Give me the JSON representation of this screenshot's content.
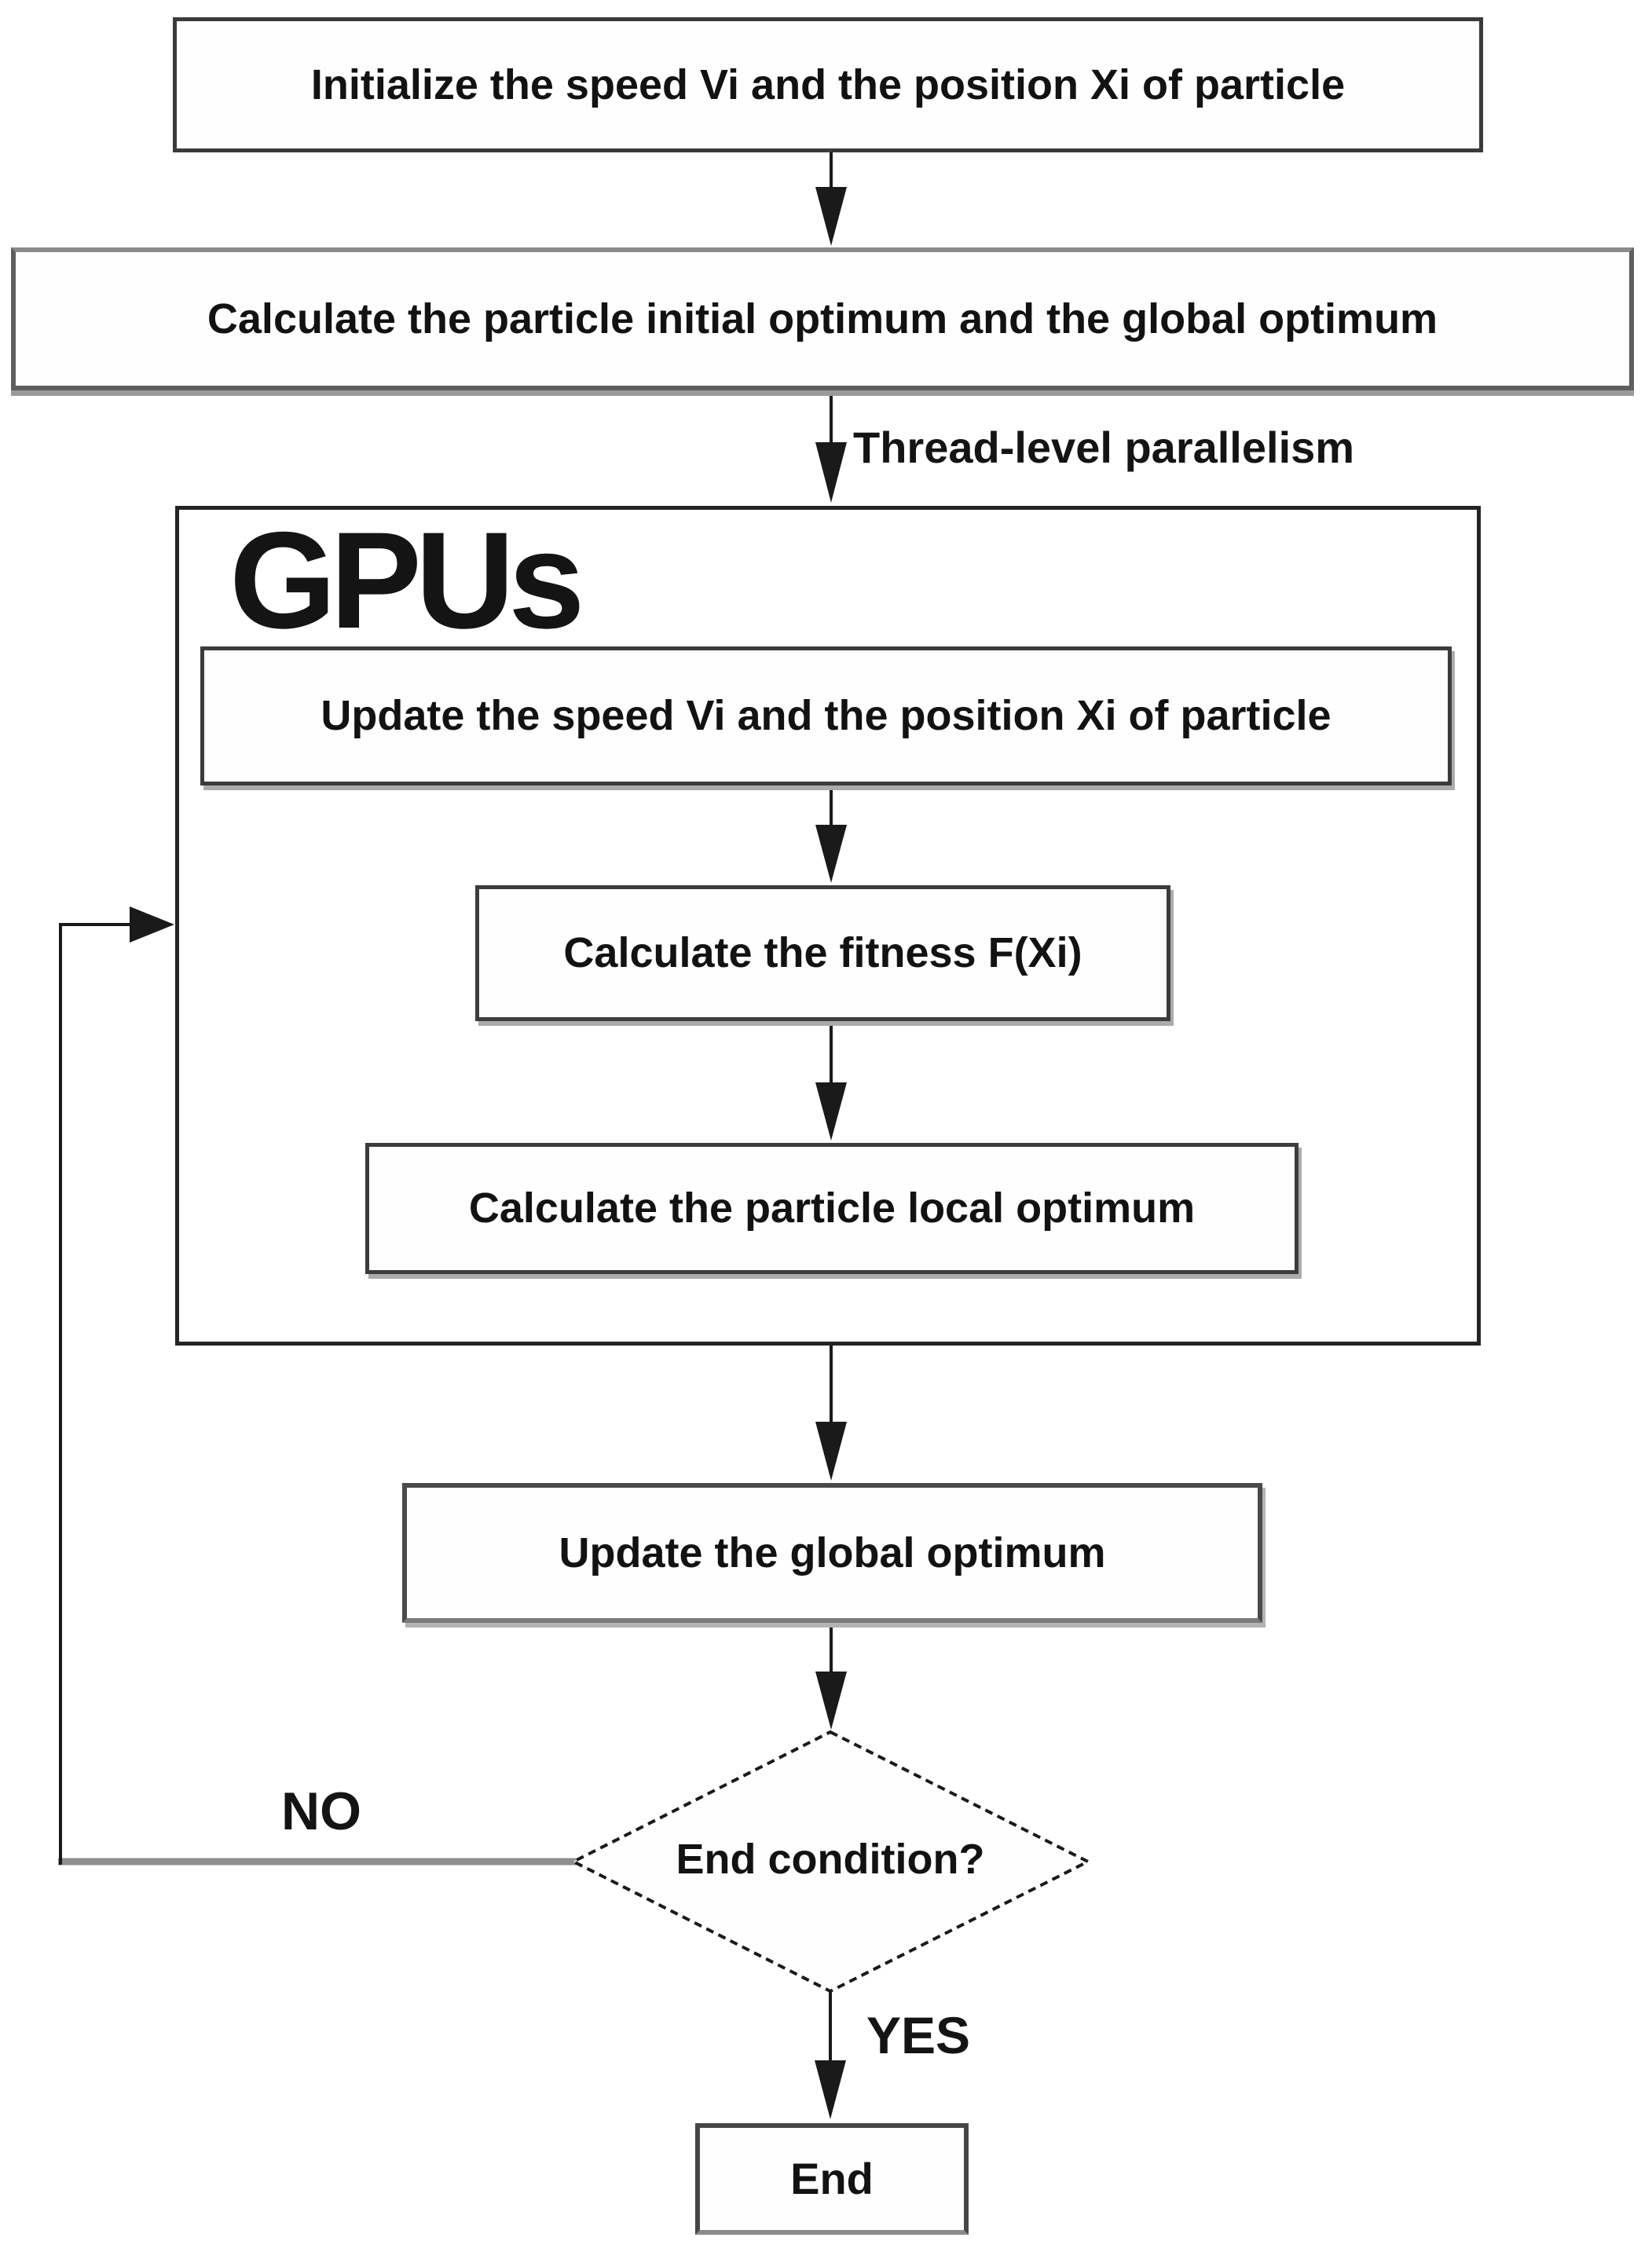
{
  "nodes": {
    "init": {
      "label": "Initialize the speed Vi and the position Xi of particle"
    },
    "calc_initial": {
      "label": "Calculate the particle initial optimum and the global optimum"
    },
    "gpus_container": {
      "label": "GPUs"
    },
    "update_speed": {
      "label": "Update the speed Vi and the position Xi of particle"
    },
    "calc_fitness": {
      "label": "Calculate the fitness F(Xi)"
    },
    "calc_local": {
      "label": "Calculate the particle local optimum"
    },
    "update_global": {
      "label": "Update the global optimum"
    },
    "end_condition": {
      "label": "End condition?"
    },
    "end": {
      "label": "End"
    }
  },
  "edge_labels": {
    "thread_parallelism": "Thread-level parallelism",
    "no": "NO",
    "yes": "YES"
  },
  "colors": {
    "background": "#ffffff",
    "line": "#1a1a1a",
    "text": "#121212",
    "no_loop_gray": "#8f8f8f",
    "box_border_dark": "#3a3a3a",
    "box_border_gray": "#5e5e5e",
    "diamond_fill": "#fefefe"
  }
}
